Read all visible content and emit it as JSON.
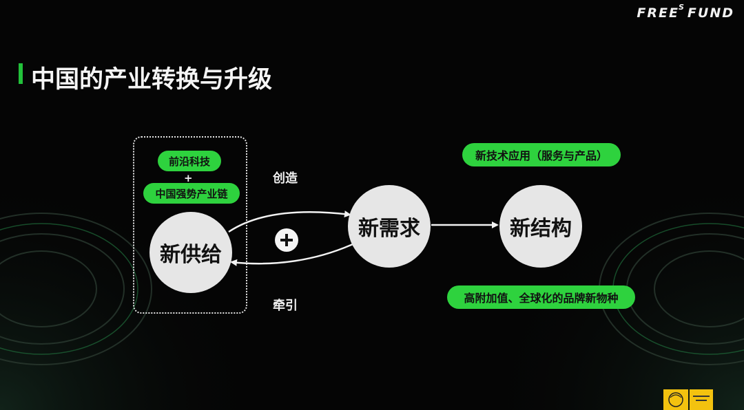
{
  "brand": {
    "name_left": "FREE",
    "name_sup": "S",
    "name_right": "FUND"
  },
  "title": "中国的产业转换与升级",
  "supply_group": {
    "tag_top": "前沿科技",
    "connector": "+",
    "tag_bottom": "中国强势产业链"
  },
  "nodes": {
    "supply": "新供给",
    "demand": "新需求",
    "structure": "新结构"
  },
  "edges": {
    "create": "创造",
    "pull": "牵引"
  },
  "structure_tags": {
    "top": "新技术应用（服务与产品）",
    "bottom": "高附加值、全球化的品牌新物种"
  },
  "colors": {
    "accent_green": "#2ed23e",
    "title_bar": "#22c13a",
    "node_fill": "#e6e6e6",
    "background": "#050505",
    "logo": "#f3c20f"
  },
  "icons": {
    "plus_badge": "plus-circle-icon",
    "footer_logo": "hundun-logo"
  }
}
